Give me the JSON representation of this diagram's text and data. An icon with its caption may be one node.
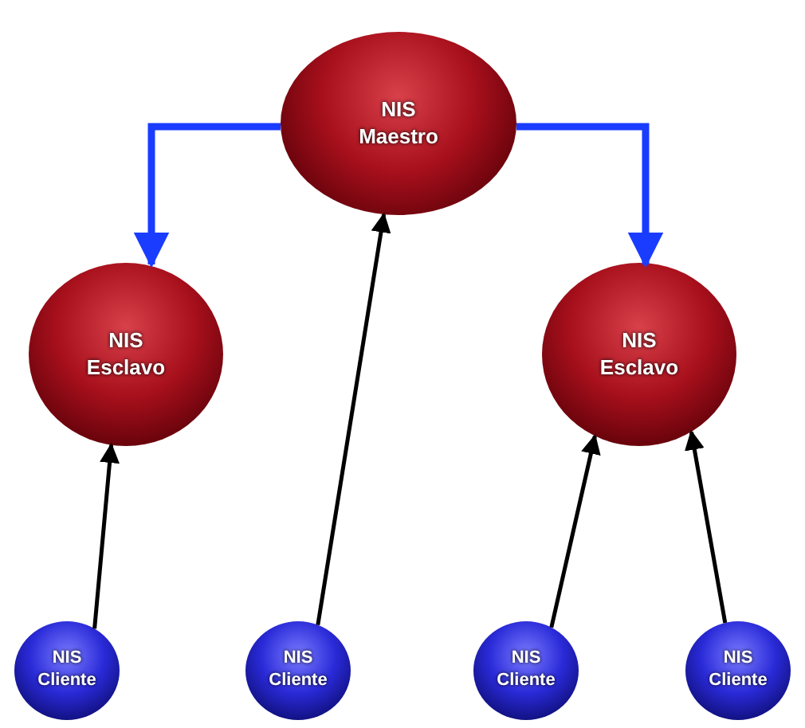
{
  "diagram": {
    "nodes": [
      {
        "text": [
          "NIS Maestro"
        ]
      },
      {
        "text": [
          "NIS Esclavo"
        ]
      },
      {
        "text": [
          "NIS Esclavo"
        ]
      },
      {
        "text": [
          "NIS Cliente"
        ]
      },
      {
        "text": [
          "NIS Cliente"
        ]
      },
      {
        "text": [
          "NIS Cliente"
        ]
      },
      {
        "text": [
          "NIS Cliente"
        ]
      }
    ],
    "edges": [
      {
        "from": 0,
        "to": 1,
        "arrow": "to",
        "style": "thick",
        "color": "#1a3cff"
      },
      {
        "from": 0,
        "to": 2,
        "arrow": "to",
        "style": "thick",
        "color": "#1a3cff"
      },
      {
        "from": 3,
        "to": 1,
        "arrow": "to"
      },
      {
        "from": 4,
        "to": 0,
        "arrow": "to"
      },
      {
        "from": 5,
        "to": 2,
        "arrow": "to"
      },
      {
        "from": 6,
        "to": 2,
        "arrow": "to"
      }
    ]
  }
}
